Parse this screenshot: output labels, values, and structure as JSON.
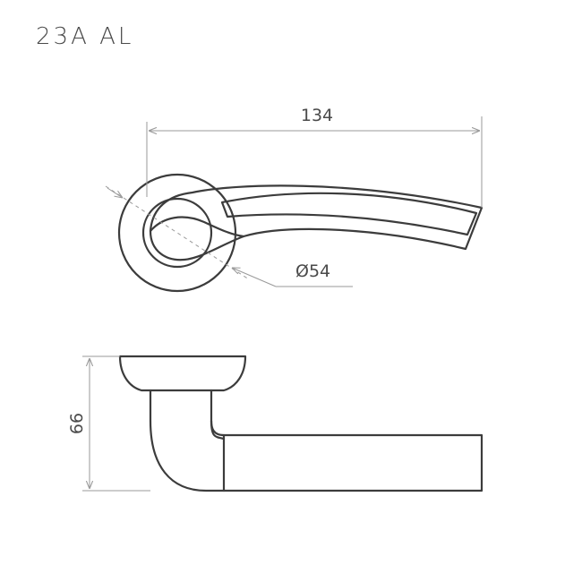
{
  "title": "23A  AL",
  "dimensions": {
    "length": "134",
    "diameter_symbol": "Ø",
    "diameter_value": "54",
    "height": "66"
  },
  "colors": {
    "line": "#3c3c3c",
    "dimension_line": "#9a9a9a",
    "text": "#4a4a4a"
  }
}
